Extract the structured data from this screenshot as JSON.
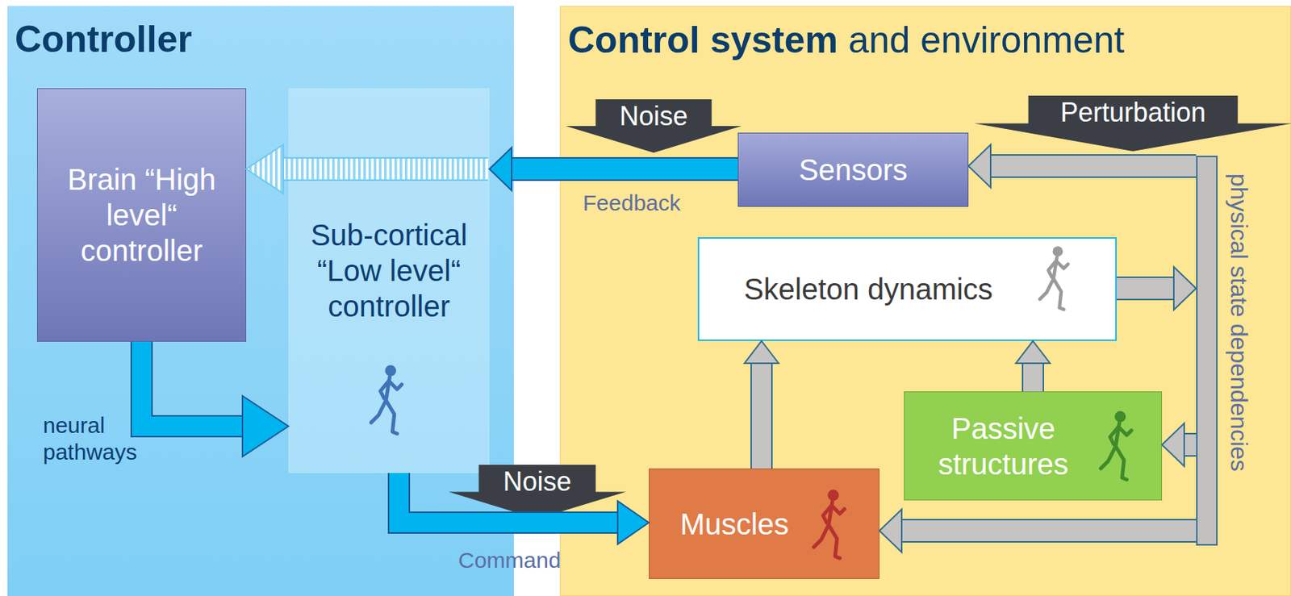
{
  "diagram": {
    "nodes": [
      {
        "text": [
          "Controller"
        ]
      },
      {
        "text": [
          "Brain “High level“ controller"
        ],
        "in": 0
      },
      {
        "text": [
          "Sub-cortical “Low level“ controller"
        ],
        "in": 0
      },
      {
        "text": [
          "Control system",
          "and environment"
        ]
      },
      {
        "text": [
          "Sensors"
        ],
        "in": 3
      },
      {
        "text": [
          "Skeleton dynamics"
        ],
        "in": 3
      },
      {
        "text": [
          "Passive structures"
        ],
        "in": 3
      },
      {
        "text": [
          "Muscles"
        ],
        "in": 3
      },
      {
        "text": [
          "physical state dependencies"
        ],
        "in": 3
      },
      {
        "text": [
          "Noise"
        ],
        "in": 3
      },
      {
        "text": [
          "Perturbation"
        ],
        "in": 3
      },
      {
        "text": [
          "Noise"
        ]
      }
    ],
    "edges": [
      {
        "from": 1,
        "to": 2,
        "arrow": "to",
        "label": "neural pathways"
      },
      {
        "from": 4,
        "to": 2,
        "arrow": "to",
        "label": "Feedback"
      },
      {
        "from": 2,
        "to": 1,
        "arrow": "to"
      },
      {
        "from": 2,
        "to": 7,
        "arrow": "to",
        "label": "Command"
      },
      {
        "from": 5,
        "to": 8,
        "arrow": "to"
      },
      {
        "from": 7,
        "to": 5,
        "arrow": "to"
      },
      {
        "from": 6,
        "to": 5,
        "arrow": "to"
      },
      {
        "from": 8,
        "to": 4,
        "arrow": "to"
      },
      {
        "from": 8,
        "to": 6,
        "arrow": "to"
      },
      {
        "from": 8,
        "to": 7,
        "arrow": "to"
      }
    ]
  }
}
